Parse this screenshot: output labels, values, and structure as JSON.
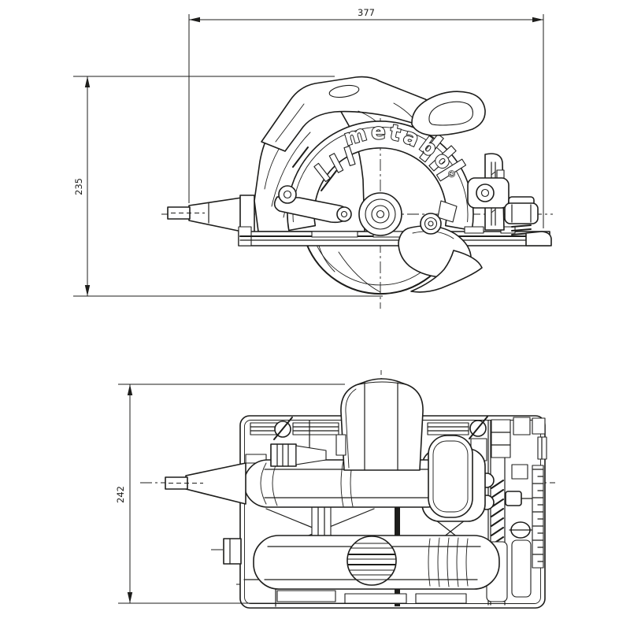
{
  "document": {
    "kind": "technical-drawing",
    "background": "#ffffff",
    "line_color": "#1d1d1b",
    "views": {
      "primary": "side-view",
      "secondary": "top-view"
    }
  },
  "brand": {
    "logo_text": "metabo",
    "registered_symbol": "®"
  },
  "dimensions": {
    "length": "377",
    "height": "235",
    "width": "242"
  }
}
